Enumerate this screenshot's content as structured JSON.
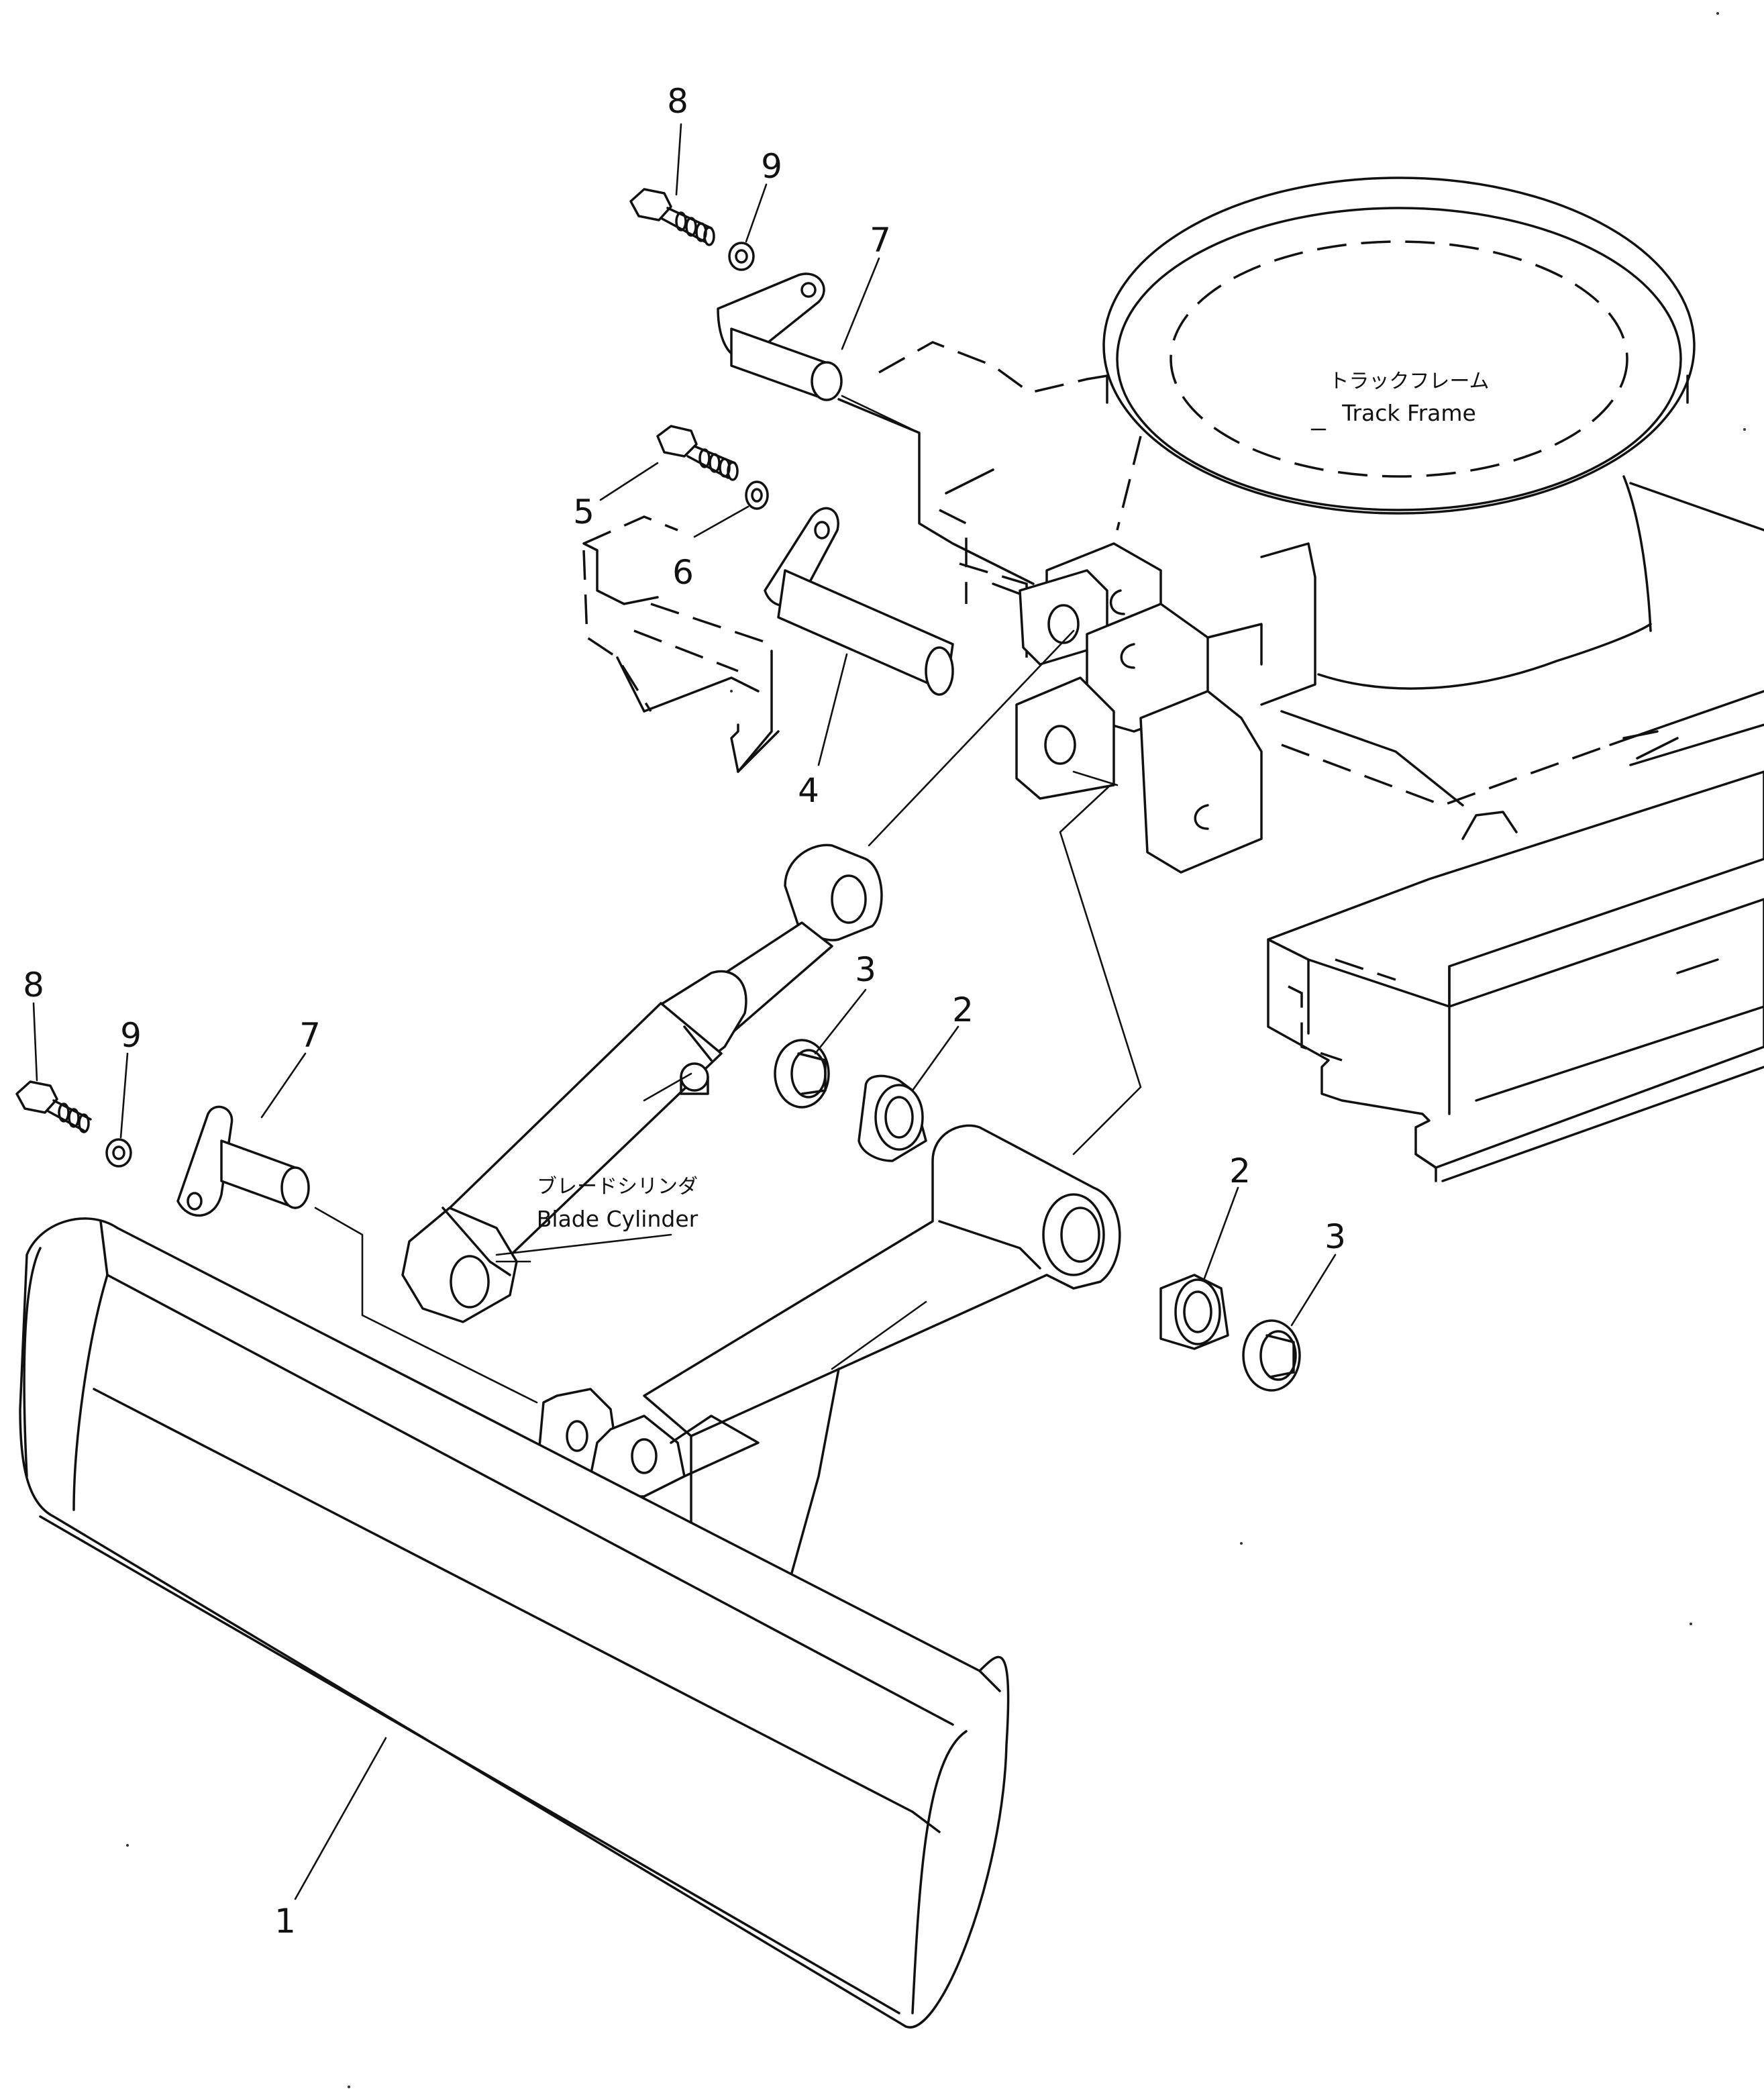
{
  "labels": {
    "track_frame_jp": "トラックフレーム",
    "track_frame_en": "Track Frame",
    "blade_cylinder_jp": "ブレードシリンダ",
    "blade_cylinder_en": "Blade Cylinder"
  },
  "callouts": [
    "1",
    "2",
    "2",
    "3",
    "3",
    "4",
    "5",
    "6",
    "7",
    "7",
    "8",
    "8",
    "9",
    "9"
  ]
}
